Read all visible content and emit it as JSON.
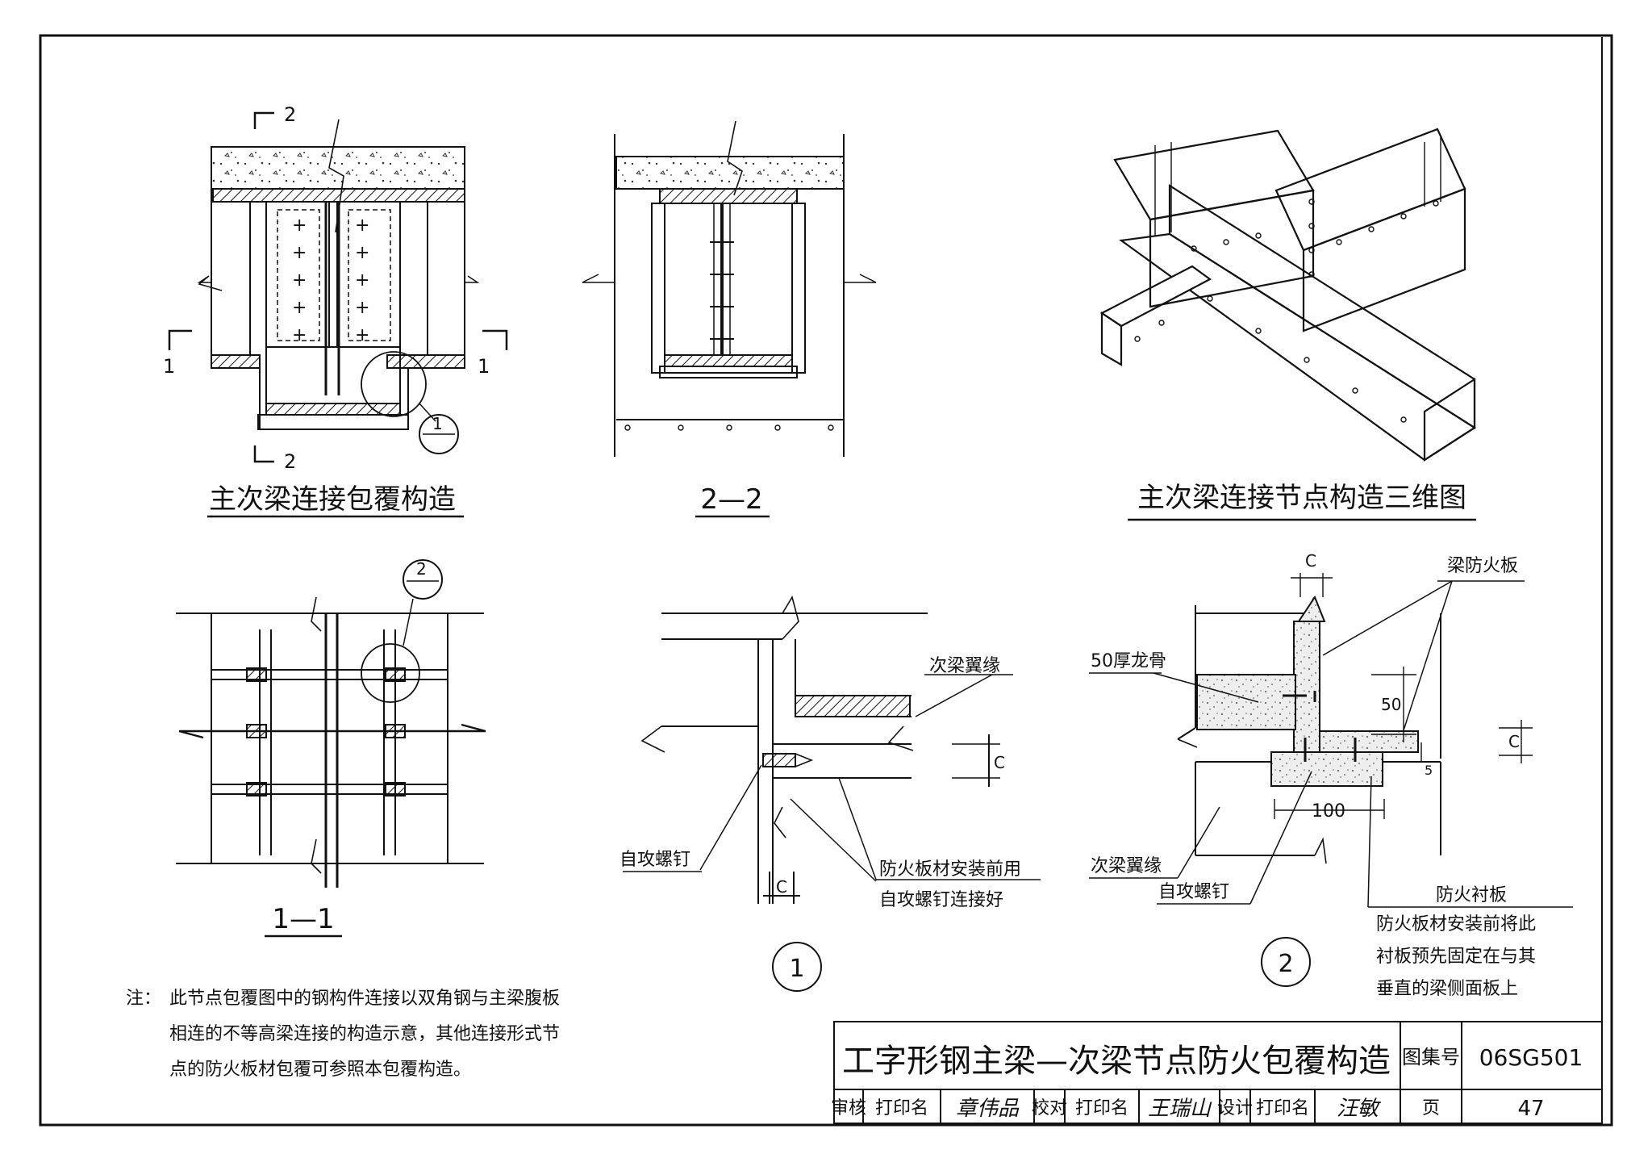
{
  "views": {
    "elevation": {
      "title": "主次梁连接包覆构造",
      "section_mark_top": "2",
      "section_mark_bottom": "2",
      "section_mark_left": "1",
      "section_mark_right": "1",
      "detail_ref": "1"
    },
    "section22": {
      "title": "2—2"
    },
    "view3d": {
      "title": "主次梁连接节点构造三维图"
    },
    "section11": {
      "title": "1—1",
      "detail_ref": "2"
    }
  },
  "detail1": {
    "number": "1",
    "label_flange": "次梁翼缘",
    "label_screw": "自攻螺钉",
    "label_note_line1": "防火板材安装前用",
    "label_note_line2": "自攻螺钉连接好",
    "dim_c": "C"
  },
  "detail2": {
    "number": "2",
    "label_board": "梁防火板",
    "label_keel": "50厚龙骨",
    "label_flange": "次梁翼缘",
    "label_screw": "自攻螺钉",
    "label_lining": "防火衬板",
    "note_line1": "防火板材安装前将此",
    "note_line2": "衬板预先固定在与其",
    "note_line3": "垂直的梁侧面板上",
    "dim_c": "C",
    "dim_50": "50",
    "dim_100": "100",
    "dim_5": "5"
  },
  "note": {
    "prefix": "注：",
    "line1": "此节点包覆图中的钢构件连接以双角钢与主梁腹板",
    "line2": "相连的不等高梁连接的构造示意，其他连接形式节",
    "line3": "点的防火板材包覆可参照本包覆构造。"
  },
  "title_block": {
    "title": "工字形钢主梁—次梁节点防火包覆构造",
    "atlas_label": "图集号",
    "atlas_no": "06SG501",
    "review": "审核",
    "check": "校对",
    "design": "设计",
    "print_name": "打印名",
    "sign_review": "章伟品",
    "sign_check": "王瑞山",
    "sign_design": "汪敏",
    "page_label": "页",
    "page_no": "47"
  }
}
